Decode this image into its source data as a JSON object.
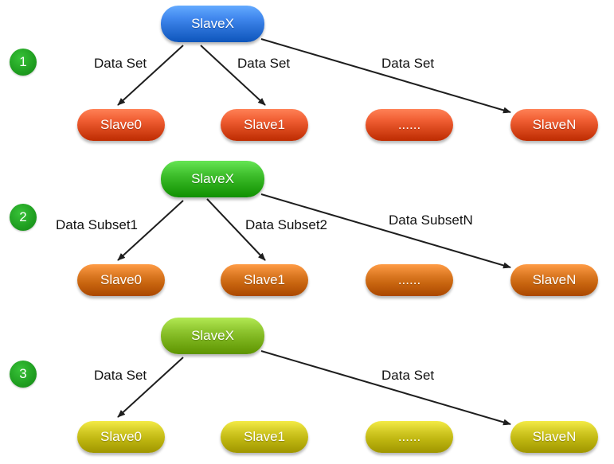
{
  "colors": {
    "arrow": "#1e1e1e",
    "badge": "#1f9e20",
    "row1_master": "#2c73d9",
    "row1_slave": "#dc4a1f",
    "row2_master": "#2eae1c",
    "row2_slave": "#c8650f",
    "row3_master": "#7bb21c",
    "row3_slave": "#bdb40f"
  },
  "rows": [
    {
      "badge": "1",
      "master": "SlaveX",
      "slaves": [
        "Slave0",
        "Slave1",
        "......",
        "SlaveN"
      ],
      "edges": [
        {
          "target": 0,
          "label": "Data Set"
        },
        {
          "target": 1,
          "label": "Data Set"
        },
        {
          "target": 3,
          "label": "Data Set"
        }
      ]
    },
    {
      "badge": "2",
      "master": "SlaveX",
      "slaves": [
        "Slave0",
        "Slave1",
        "......",
        "SlaveN"
      ],
      "edges": [
        {
          "target": 0,
          "label": "Data Subset1"
        },
        {
          "target": 1,
          "label": "Data Subset2"
        },
        {
          "target": 3,
          "label": "Data SubsetN"
        }
      ]
    },
    {
      "badge": "3",
      "master": "SlaveX",
      "slaves": [
        "Slave0",
        "Slave1",
        "......",
        "SlaveN"
      ],
      "edges": [
        {
          "target": 0,
          "label": "Data Set"
        },
        {
          "target": 3,
          "label": "Data Set"
        }
      ]
    }
  ]
}
